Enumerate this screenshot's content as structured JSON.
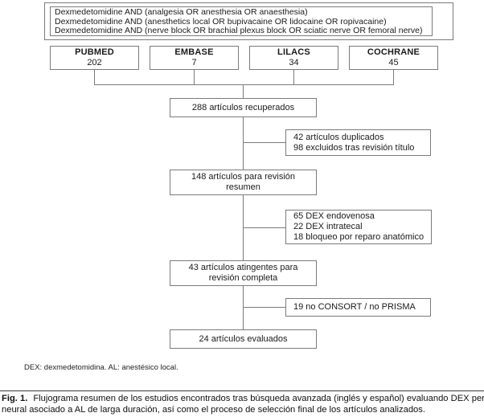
{
  "search_box": {
    "lines": [
      "Dexmedetomidine AND (analgesia OR anesthesia OR anaesthesia)",
      "Dexmedetomidine AND (anesthetics local OR bupivacaine OR lidocaine OR ropivacaine)",
      "Dexmedetomidine AND (nerve block OR brachial plexus block OR sciatic nerve OR femoral nerve)"
    ]
  },
  "databases": [
    {
      "name": "PUBMED",
      "count": "202"
    },
    {
      "name": "EMBASE",
      "count": "7"
    },
    {
      "name": "LILACS",
      "count": "34"
    },
    {
      "name": "COCHRANE",
      "count": "45"
    }
  ],
  "flow": {
    "retrieved": "288 artículos recuperados",
    "abstract_review_line1": "148 artículos para revisión",
    "abstract_review_line2": "resumen",
    "full_review_line1": "43 artículos atingentes para",
    "full_review_line2": "revisión completa",
    "evaluated": "24 artículos evaluados"
  },
  "exclusions": {
    "duplicates_line1": "42 artículos duplicados",
    "duplicates_line2": "98 excluidos tras revisión título",
    "dex_line1": "65 DEX endovenosa",
    "dex_line2": "22 DEX intratecal",
    "dex_line3": "18 bloqueo por reparo anatómico",
    "no_consort": "19 no CONSORT / no PRISMA"
  },
  "footnote": "DEX: dexmedetomidina. AL: anestésico local.",
  "caption": {
    "label": "Fig. 1.",
    "line1": "Flujograma resumen de los estudios encontrados tras búsqueda avanzada (inglés y español) evaluando DEX peri-",
    "line2": "neural asociado a AL de larga duración, así como el proceso de selección final de los artículos analizados."
  },
  "colors": {
    "border": "#7b7b7b",
    "text": "#1a1a1a",
    "background": "#ffffff"
  }
}
